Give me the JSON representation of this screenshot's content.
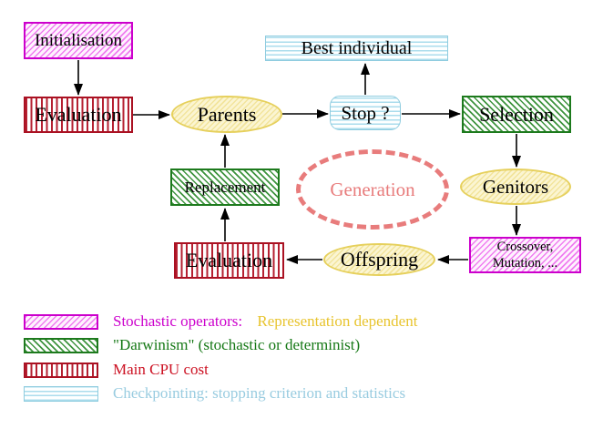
{
  "diagram": {
    "nodes": {
      "initialisation": {
        "label": "Initialisation",
        "style": "magenta-hatch"
      },
      "evaluation_top": {
        "label": "Evaluation",
        "style": "red-vertical-stripes"
      },
      "parents": {
        "label": "Parents",
        "style": "yellow-ellipse"
      },
      "best_individual": {
        "label": "Best individual",
        "style": "cyan-horizontal-stripes"
      },
      "stop": {
        "label": "Stop ?",
        "style": "cyan-horizontal-stripes"
      },
      "selection": {
        "label": "Selection",
        "style": "green-hatch"
      },
      "genitors": {
        "label": "Genitors",
        "style": "yellow-ellipse"
      },
      "crossover_mutation": {
        "line1": "Crossover,",
        "line2": "Mutation, ...",
        "style": "magenta-hatch"
      },
      "offspring": {
        "label": "Offspring",
        "style": "yellow-ellipse"
      },
      "evaluation_bottom": {
        "label": "Evaluation",
        "style": "red-vertical-stripes"
      },
      "replacement": {
        "label": "Replacement",
        "style": "green-hatch"
      },
      "generation": {
        "label": "Generation",
        "style": "dashed-salmon-ellipse"
      }
    },
    "edges": [
      {
        "from": "Initialisation",
        "to": "Evaluation"
      },
      {
        "from": "Evaluation",
        "to": "Parents"
      },
      {
        "from": "Parents",
        "to": "Stop ?"
      },
      {
        "from": "Stop ?",
        "to": "Best individual"
      },
      {
        "from": "Stop ?",
        "to": "Selection"
      },
      {
        "from": "Selection",
        "to": "Genitors"
      },
      {
        "from": "Genitors",
        "to": "Crossover, Mutation, ..."
      },
      {
        "from": "Crossover, Mutation, ...",
        "to": "Offspring"
      },
      {
        "from": "Offspring",
        "to": "Evaluation"
      },
      {
        "from": "Evaluation",
        "to": "Replacement"
      },
      {
        "from": "Replacement",
        "to": "Parents"
      }
    ]
  },
  "legend": {
    "rows": [
      {
        "swatch": "magenta-hatch",
        "parts": [
          {
            "text": "Stochastic operators:",
            "color": "#cc00cc"
          },
          {
            "text": "Representation dependent",
            "color": "#e8c42e"
          }
        ]
      },
      {
        "swatch": "green-hatch",
        "parts": [
          {
            "text": "\"Darwinism\" (stochastic or determinist)",
            "color": "#157815"
          }
        ]
      },
      {
        "swatch": "red-vertical-stripes",
        "parts": [
          {
            "text": "Main CPU cost",
            "color": "#cc1122"
          }
        ]
      },
      {
        "swatch": "cyan-horizontal-stripes",
        "parts": [
          {
            "text": "Checkpointing: stopping criterion and statistics",
            "color": "#99cce0"
          }
        ]
      }
    ]
  },
  "colors": {
    "magenta": "#cc00cc",
    "gold": "#e8c42e",
    "green": "#157815",
    "red": "#cc1122",
    "cyan": "#99cce0",
    "salmon": "#e87c7c",
    "yellow_node_border": "#e6d05c"
  }
}
